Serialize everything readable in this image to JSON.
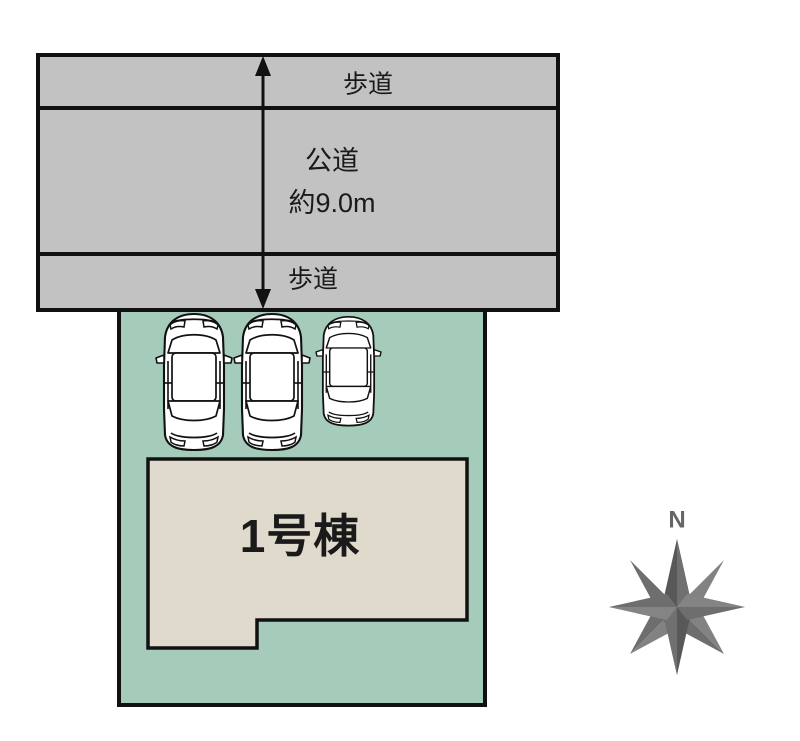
{
  "diagram": {
    "title": "site-plan",
    "colors": {
      "road_fill": "#C2C2C2",
      "lot_fill": "#A5CCBB",
      "house_fill": "#E0DACC",
      "car_fill": "#FFFFFF",
      "outline": "#111111",
      "compass": "#6E6E6E",
      "background": "#FFFFFF"
    }
  },
  "road": {
    "sidewalk_top_label": "歩道",
    "roadway_label_line1": "公道",
    "roadway_label_line2": "約9.0m",
    "sidewalk_bottom_label": "歩道"
  },
  "dimension": {
    "measure": "約9.0m",
    "arrow": "double-headed-vertical-arrow"
  },
  "lot": {
    "house_label": "1号棟",
    "parking_spaces": 3,
    "cars": [
      {
        "name": "car-1",
        "size": "standard"
      },
      {
        "name": "car-2",
        "size": "standard"
      },
      {
        "name": "car-3",
        "size": "compact"
      }
    ]
  },
  "compass": {
    "north_label": "N",
    "points": 8
  }
}
